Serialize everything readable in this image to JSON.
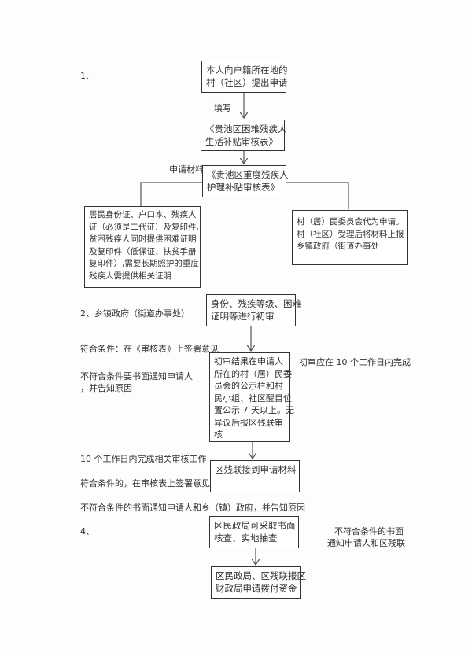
{
  "step1": {
    "number": "1、",
    "box_apply": [
      "本人向户籍所在地的",
      "村（社区）提出申请"
    ],
    "label_fill": "填写",
    "box_form1": [
      "《贵池区困难残疾人",
      "生活补贴审核表》"
    ],
    "label_materials": "申请材料",
    "box_form2": [
      "《贵池区重度残疾人",
      "护理补贴审核表》"
    ],
    "box_materials": [
      "居民身份证、户口本、残疾人",
      "证（必须是二代证）及复印件,",
      "贫困残疾人同时提供困难证明",
      "及复印件（低保证、扶贫手册",
      "复印件）,需要长期照护的重度",
      "残疾人需提供相关证明"
    ],
    "box_village": [
      "村（居）民委员会代为申请。",
      "村（社区）受理后将材料上报",
      "乡镇政府（街道办事处"
    ]
  },
  "step2": {
    "title": "2、乡镇政府（街道办事处）",
    "box_review": [
      "身份、残疾等级、困难",
      "证明等进行初审"
    ],
    "note_ok": "符合条件：在《审核表》上签署意见",
    "note_fail": [
      "不符合条件要书面通知申请人",
      "，并告知原因"
    ],
    "box_publicity": [
      "初审结果在申请人",
      "所在的村（居）民委",
      "员会的公示栏和村",
      "民小组、社区醒目位",
      "置公示 7 天以上。无",
      "异议后报区残联审",
      "核"
    ],
    "note_deadline": "初审应在 10 个工作日内完成"
  },
  "step3": {
    "note_deadline": "10 个工作日内完成相关审核工作",
    "note_ok": "符合条件的，在审核表上签署意见",
    "note_fail": "不符合条件的书面通知申请人和乡（镇）政府，并告知原因",
    "box_received": [
      "区残联接到申请材料"
    ]
  },
  "step4": {
    "number": "4、",
    "box_check": [
      "区民政局可采取书面",
      "核查、实地抽查"
    ],
    "note_fail": [
      "不符合条件的书面",
      "通知申请人和区残联"
    ],
    "box_funds": [
      "区民政局、区残联报区",
      "财政局申请拨付资金"
    ]
  }
}
